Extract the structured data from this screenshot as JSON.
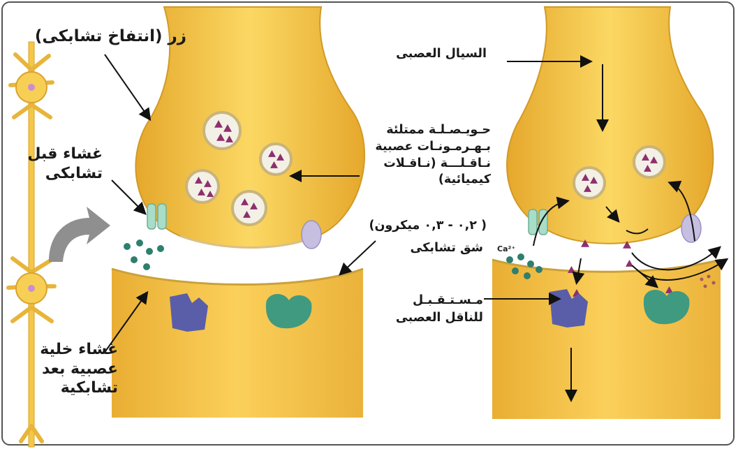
{
  "labels": {
    "synaptic_knob": "زر (انتفاخ تشابكى)",
    "presynaptic_membrane": [
      "غشاء قبل",
      "تشابكى"
    ],
    "postsynaptic_membrane": [
      "غشاء خلية",
      "عصبية بعد",
      "تشابكية"
    ],
    "vesicles": [
      "حـويـصـلـة ممتلئة",
      "بـهـرمـونـات عصبية",
      "نـاقـلـــة (نـاقـلات",
      "كيميائية)"
    ],
    "cleft_width": "( ٠,٢ - ٠,٣ ميكرون)",
    "synaptic_cleft": "شق تشابكى",
    "nerve_impulse": "السيال العصبى",
    "receptor": [
      "مـسـتـقـبـل",
      "للناقل العصبى"
    ],
    "calcium": "Ca²⁺"
  },
  "colors": {
    "neuron_fill": "#f5c642",
    "neuron_dark": "#d89a22",
    "cleft_fill": "#ffffff",
    "vesicle_rim": "#c9b47a",
    "vesicle_fill": "#f3f0e6",
    "transmitter": "#8e2f6e",
    "receptor_blue": "#5a5ea8",
    "receptor_green": "#3f9a80",
    "channel": "#a8ddc8",
    "pump": "#c7bfe0",
    "calcium_dots": "#2e7f6e"
  }
}
